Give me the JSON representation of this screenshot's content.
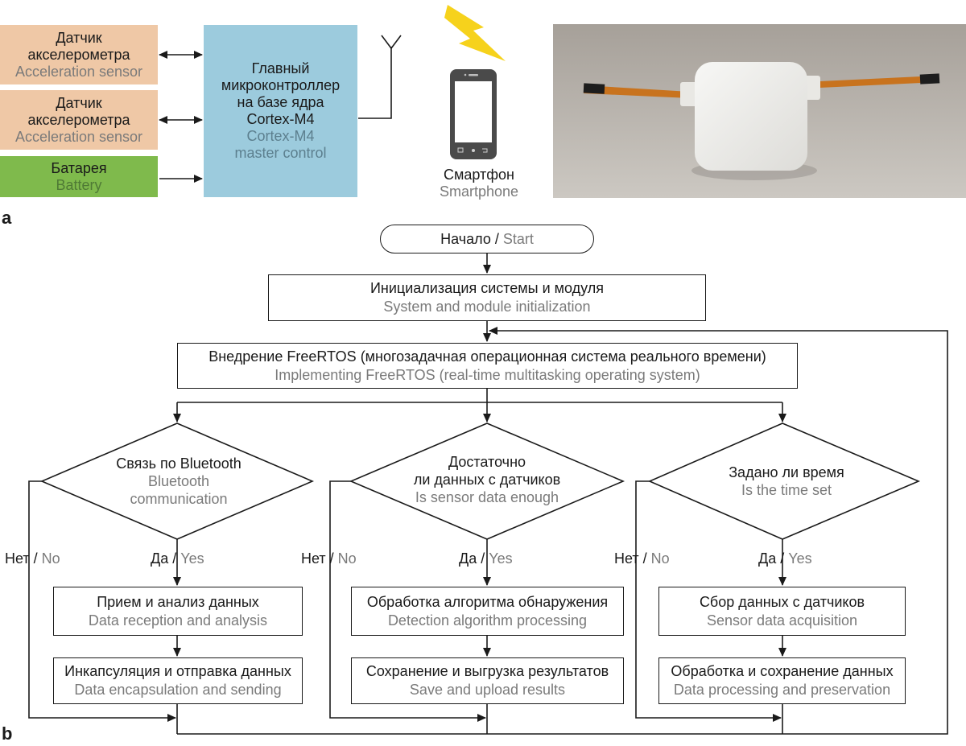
{
  "part_a": {
    "label": "a",
    "sensor1": {
      "ru_line1": "Датчик",
      "ru_line2": "акселерометра",
      "en": "Acceleration sensor"
    },
    "sensor2": {
      "ru_line1": "Датчик",
      "ru_line2": "акселерометра",
      "en": "Acceleration sensor"
    },
    "battery": {
      "ru": "Батарея",
      "en": "Battery"
    },
    "mcu": {
      "ru_line1": "Главный",
      "ru_line2": "микроконтроллер",
      "ru_line3": "на базе ядра",
      "ru_line4": "Cortex-M4",
      "en_line1": "Cortex-M4",
      "en_line2": "master control"
    },
    "smartphone": {
      "ru": "Смартфон",
      "en": "Smartphone"
    },
    "colors": {
      "sensor": "#efc8a6",
      "battery": "#7fba4c",
      "mcu": "#9ccbdd",
      "lightning": "#f6d21c"
    }
  },
  "part_b": {
    "label": "b",
    "start": {
      "ru": "Начало",
      "sep": " / ",
      "en": "Start"
    },
    "init": {
      "ru": "Инициализация системы и модуля",
      "en": "System and module initialization"
    },
    "freertos": {
      "ru": "Внедрение FreeRTOS (многозадачная операционная система реального времени)",
      "en": "Implementing FreeRTOS (real-time multitasking operating system)"
    },
    "decision1": {
      "ru": "Связь по Bluetooth",
      "en_line1": "Bluetooth",
      "en_line2": "communication"
    },
    "decision2": {
      "ru_line1": "Достаточно",
      "ru_line2": "ли данных с датчиков",
      "en": "Is sensor data enough"
    },
    "decision3": {
      "ru": "Задано ли время",
      "en": "Is the time set"
    },
    "no_label": {
      "ru": "Нет",
      "sep": " / ",
      "en": "No"
    },
    "yes_label": {
      "ru": "Да",
      "sep": " / ",
      "en": "Yes"
    },
    "col1": [
      {
        "ru": "Прием и анализ данных",
        "en": "Data reception and analysis"
      },
      {
        "ru": "Инкапсуляция и отправка данных",
        "en": "Data encapsulation and sending"
      }
    ],
    "col2": [
      {
        "ru": "Обработка алгоритма обнаружения",
        "en": "Detection algorithm processing"
      },
      {
        "ru": "Сохранение и выгрузка результатов",
        "en": "Save and upload results"
      }
    ],
    "col3": [
      {
        "ru": "Сбор данных с датчиков",
        "en": "Sensor data acquisition"
      },
      {
        "ru": "Обработка и сохранение данных",
        "en": "Data processing and preservation"
      }
    ]
  }
}
